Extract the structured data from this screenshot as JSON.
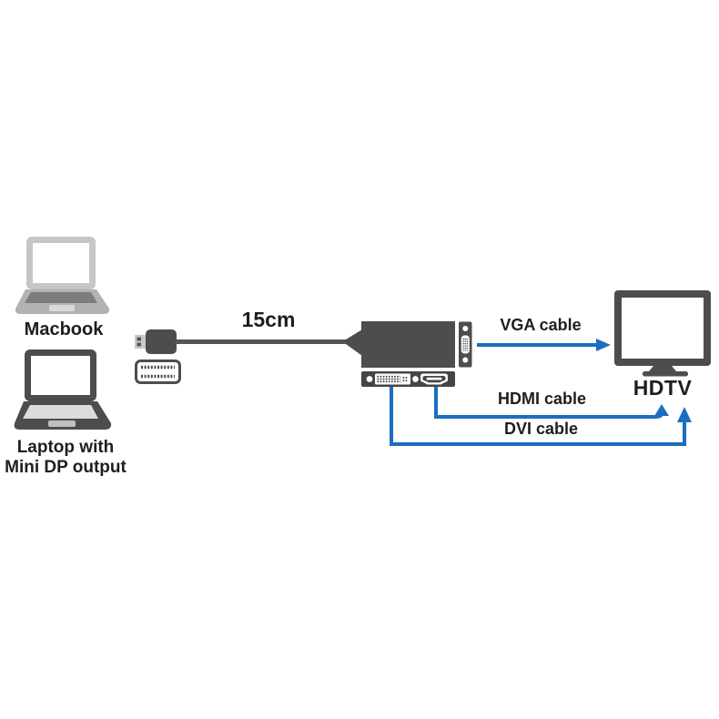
{
  "colors": {
    "background": "#ffffff",
    "accent_blue": "#1b6ec0",
    "device_dark_gray": "#4d4d4d",
    "device_light_gray": "#c6c6c6",
    "panel_gray": "#454545",
    "text": "#1e1e1e"
  },
  "devices": {
    "macbook": {
      "label": "Macbook",
      "icon": "macbook-laptop-icon"
    },
    "laptop": {
      "label_line1": "Laptop with",
      "label_line2": "Mini DP output",
      "icon": "laptop-open-icon"
    },
    "hdtv": {
      "label": "HDTV",
      "icon": "hdtv-monitor-icon"
    }
  },
  "adapter": {
    "cable_length": "15cm",
    "icon": "mini-dp-adapter-body-icon",
    "plug_icon": "mini-displayport-plug-icon",
    "port_front_icon": "mini-displayport-socket-icon",
    "output_port_icons": [
      "vga-port-icon",
      "dvi-port-icon",
      "hdmi-port-icon"
    ]
  },
  "connections": {
    "vga": {
      "label": "VGA cable"
    },
    "hdmi": {
      "label": "HDMI cable"
    },
    "dvi": {
      "label": "DVI cable"
    }
  }
}
